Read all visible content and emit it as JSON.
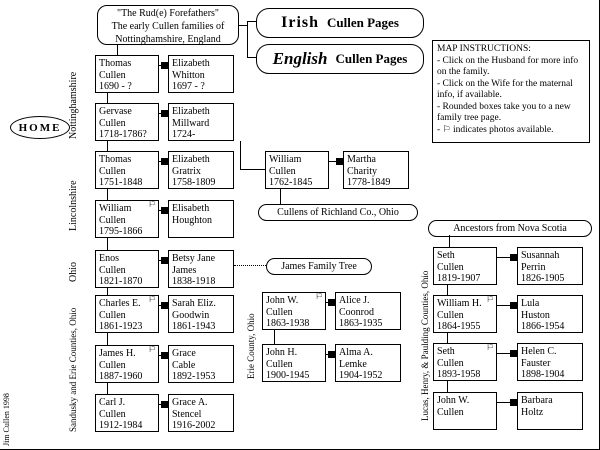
{
  "icons": {
    "photo": "⚐",
    "marriage_square": "black-square"
  },
  "header": {
    "forefathers": {
      "line1": "\"The Rud(e) Forefathers\"",
      "line2": "The early Cullen families of",
      "line3": "Nottinghamshire, England"
    },
    "irish": {
      "word": "Irish",
      "rest": "Cullen Pages"
    },
    "english": {
      "word": "English",
      "rest": "Cullen Pages"
    },
    "instructions": {
      "title": "MAP INSTRUCTIONS:",
      "bullets": [
        "- Click on the Husband for more info on the family.",
        "- Click on the Wife for the maternal info, if available.",
        "- Rounded boxes take you to a new family tree page."
      ],
      "photo_note_pre": "-",
      "photo_note_post": "indicates photos available."
    },
    "home_label": "HOME"
  },
  "regions": {
    "nottinghamshire": "Nottinghamshire",
    "lincolnshire": "Lincolnshire",
    "ohio": "Ohio",
    "sandusky": "Sandusky and Erie Counties, Ohio",
    "erie": "Erie County, Ohio",
    "lucas": "Lucas, Henry, & Paulding Counties, Ohio"
  },
  "link_boxes": {
    "richland": "Cullens of Richland Co., Ohio",
    "james": "James Family Tree",
    "nova_scotia": "Ancestors from Nova Scotia"
  },
  "credit": "Jim Cullen 1998",
  "couples": [
    {
      "husband": {
        "given": "Thomas",
        "surname": "Cullen",
        "dates": "1690 - ?",
        "photo": false
      },
      "wife": {
        "given": "Elizabeth",
        "surname": "Whitton",
        "dates": "1697 - ?"
      }
    },
    {
      "husband": {
        "given": "Gervase",
        "surname": "Cullen",
        "dates": "1718-1786?",
        "photo": false
      },
      "wife": {
        "given": "Elizabeth",
        "surname": "Millward",
        "dates": "1724-"
      }
    },
    {
      "husband": {
        "given": "Thomas",
        "surname": "Cullen",
        "dates": "1751-1848",
        "photo": false
      },
      "wife": {
        "given": "Elizabeth",
        "surname": "Gratrix",
        "dates": "1758-1809"
      }
    },
    {
      "husband": {
        "given": "William",
        "surname": "Cullen",
        "dates": "1795-1866",
        "photo": true
      },
      "wife": {
        "given": "Elisabeth",
        "surname": "Houghton",
        "dates": ""
      }
    },
    {
      "husband": {
        "given": "Enos",
        "surname": "Cullen",
        "dates": "1821-1870",
        "photo": false
      },
      "wife": {
        "given": "Betsy Jane",
        "surname": "James",
        "dates": "1838-1918"
      }
    },
    {
      "husband": {
        "given": "Charles E.",
        "surname": "Cullen",
        "dates": "1861-1923",
        "photo": true
      },
      "wife": {
        "given": "Sarah Eliz.",
        "surname": "Goodwin",
        "dates": "1861-1943"
      }
    },
    {
      "husband": {
        "given": "James H.",
        "surname": "Cullen",
        "dates": "1887-1960",
        "photo": true
      },
      "wife": {
        "given": "Grace",
        "surname": "Cable",
        "dates": "1892-1953"
      }
    },
    {
      "husband": {
        "given": "Carl J.",
        "surname": "Cullen",
        "dates": "1912-1984",
        "photo": false
      },
      "wife": {
        "given": "Grace A.",
        "surname": "Stencel",
        "dates": "1916-2002"
      }
    },
    {
      "husband": {
        "given": "William",
        "surname": "Cullen",
        "dates": "1762-1845",
        "photo": false
      },
      "wife": {
        "given": "Martha",
        "surname": "Charity",
        "dates": "1778-1849"
      }
    },
    {
      "husband": {
        "given": "John W.",
        "surname": "Cullen",
        "dates": "1863-1938",
        "photo": true
      },
      "wife": {
        "given": "Alice J.",
        "surname": "Coonrod",
        "dates": "1863-1935"
      }
    },
    {
      "husband": {
        "given": "John H.",
        "surname": "Cullen",
        "dates": "1900-1945",
        "photo": false
      },
      "wife": {
        "given": "Alma A.",
        "surname": "Lemke",
        "dates": "1904-1952"
      }
    },
    {
      "husband": {
        "given": "Seth",
        "surname": "Cullen",
        "dates": "1819-1907",
        "photo": false
      },
      "wife": {
        "given": "Susannah",
        "surname": "Perrin",
        "dates": "1826-1905"
      }
    },
    {
      "husband": {
        "given": "William H.",
        "surname": "Cullen",
        "dates": "1864-1955",
        "photo": true
      },
      "wife": {
        "given": "Lula",
        "surname": "Huston",
        "dates": "1866-1954"
      }
    },
    {
      "husband": {
        "given": "Seth",
        "surname": "Cullen",
        "dates": "1893-1958",
        "photo": true
      },
      "wife": {
        "given": "Helen C.",
        "surname": "Fauster",
        "dates": "1898-1904"
      }
    },
    {
      "husband": {
        "given": "John W.",
        "surname": "Cullen",
        "dates": "",
        "photo": false
      },
      "wife": {
        "given": "Barbara",
        "surname": "Holtz",
        "dates": ""
      }
    }
  ]
}
